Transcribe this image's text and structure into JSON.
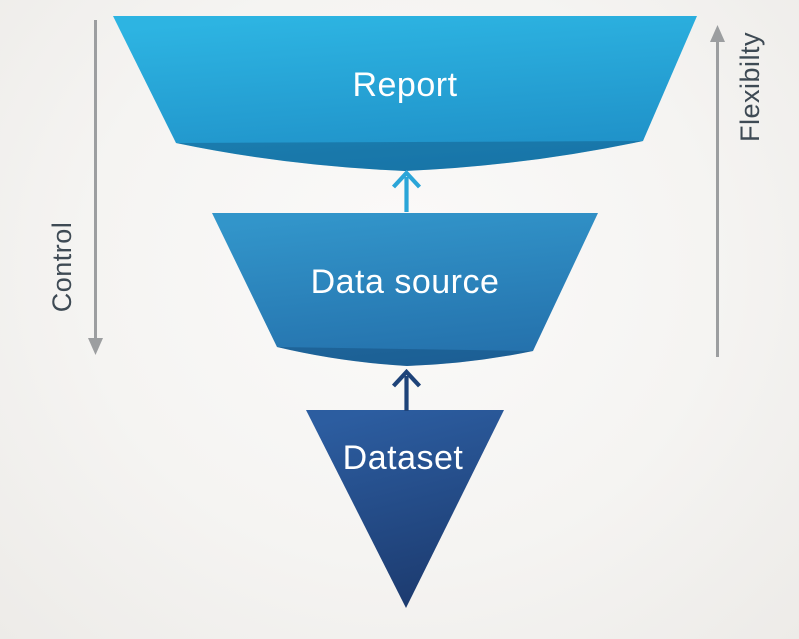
{
  "diagram": {
    "layers": [
      {
        "name": "report",
        "label": "Report"
      },
      {
        "name": "data_source",
        "label": "Data source"
      },
      {
        "name": "dataset",
        "label": "Dataset"
      }
    ],
    "connectors": [
      {
        "from": "dataset",
        "to": "data_source",
        "direction": "up"
      },
      {
        "from": "data_source",
        "to": "report",
        "direction": "up"
      }
    ],
    "axes": {
      "left": {
        "label": "Control",
        "direction": "down"
      },
      "right": {
        "label": "Flexibilty",
        "direction": "up"
      }
    },
    "colors": {
      "report_top": "#2db4e2",
      "report_bottom": "#1e8ec6",
      "datasource_top": "#3295ca",
      "datasource_bottom": "#2470ab",
      "dataset_top": "#2c5da0",
      "dataset_bottom": "#1c3a6e",
      "fold_shade": "rgba(6,49,89,0.28)",
      "arrow_light": "#2aa5d8",
      "arrow_dark": "#1e4379",
      "axis_gray": "#9c9ea0",
      "axis_text": "#3e4a54",
      "label_text": "#ffffff"
    }
  }
}
